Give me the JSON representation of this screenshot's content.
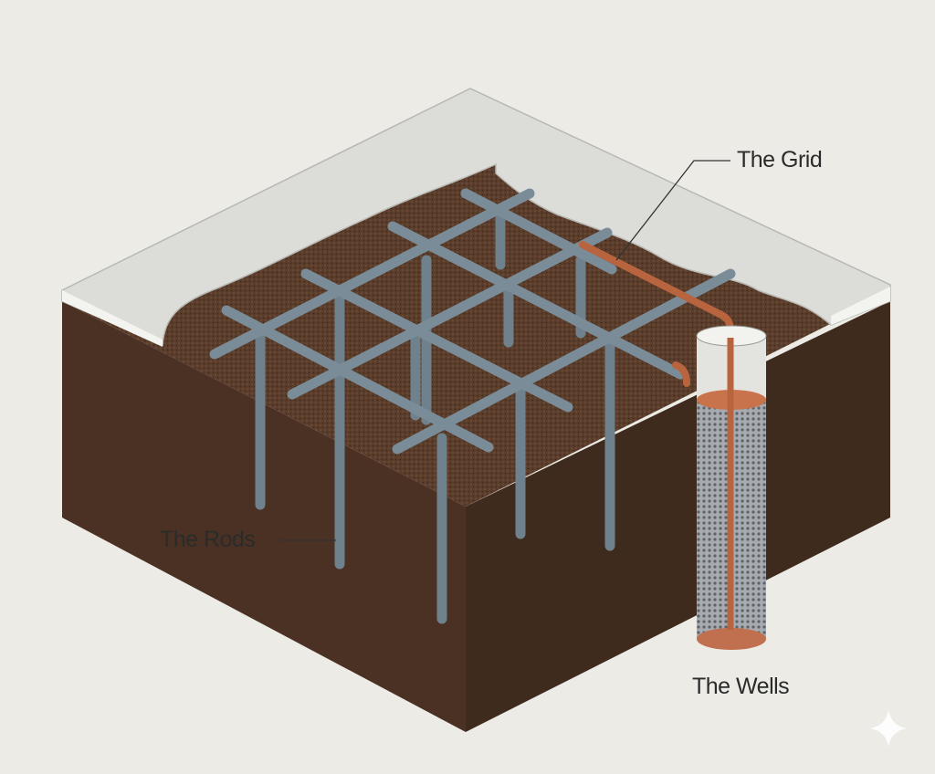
{
  "labels": {
    "grid": "The Grid",
    "rods": "The Rods",
    "wells": "The Wells"
  },
  "colors": {
    "background": "#ecebe6",
    "concrete": "#dcdcd8",
    "soil_top": "#5a3d2b",
    "soil_left": "#4b3123",
    "soil_right": "#3f2a1e",
    "rod": "#6f818d",
    "copper": "#b8643f",
    "well_mesh": "#8c9198"
  },
  "icons": {
    "watermark": "sparkle-icon"
  }
}
